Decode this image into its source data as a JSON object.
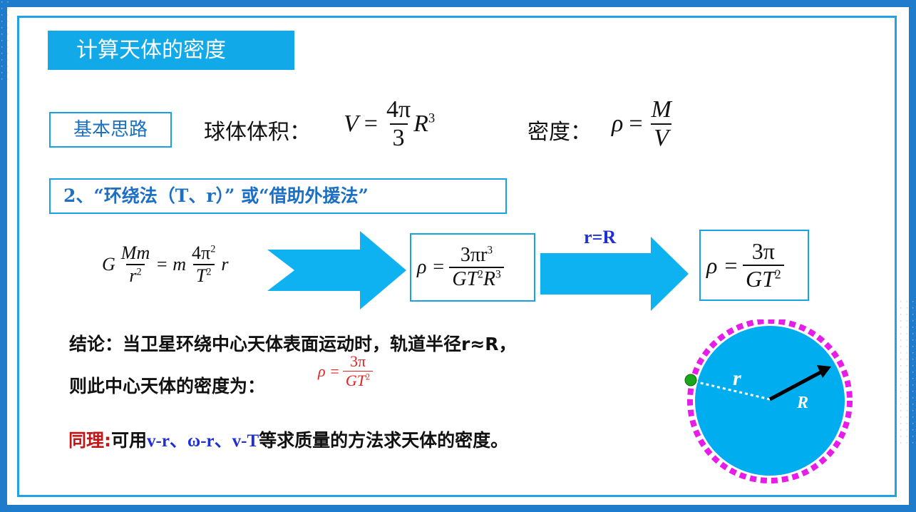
{
  "title": "计算天体的密度",
  "basic_tag": "基本思路",
  "volume": {
    "label": "球体体积：",
    "lhs": "V",
    "eq": "=",
    "num": "4π",
    "den": "3",
    "tail": "R",
    "tail_sup": "3"
  },
  "density": {
    "label": "密度：",
    "lhs": "ρ",
    "eq": "=",
    "num": "M",
    "den": "V"
  },
  "method_tag": "2、“环绕法（T、r）” 或“借助外援法”",
  "eq1": {
    "g": "G",
    "num1": "Mm",
    "den1": "r",
    "den1_sup": "2",
    "eq": "= m",
    "num2": "4π",
    "num2_sup": "2",
    "den2": "T",
    "den2_sup": "2",
    "tail": "r"
  },
  "eq2": {
    "lhs": "ρ =",
    "num": "3πr",
    "num_sup": "3",
    "den": "GT",
    "den_sup1": "2",
    "den_mid": "R",
    "den_sup2": "3"
  },
  "arrow_label": "r=R",
  "eq3": {
    "lhs": "ρ =",
    "num": "3π",
    "den": "GT",
    "den_sup": "2"
  },
  "conclusion": {
    "line1": "结论：当卫星环绕中心天体表面运动时，轨道半径r≈R，",
    "line2": "则此中心天体的密度为：",
    "frac_lhs": "ρ =",
    "frac_num": "3π",
    "frac_den": "GT",
    "frac_den_sup": "2"
  },
  "tongli": {
    "prefix": "同理:",
    "t1": "可用",
    "t2": "v-r、ω-r、v-T",
    "t3": "等求质量的方法求天体的密度。"
  },
  "diagram": {
    "small_r": "r",
    "big_r": "R"
  },
  "colors": {
    "frame": "#1f7ccc",
    "accent": "#12a9e8",
    "arrow": "#0fb2f0",
    "planet": "#00aeef",
    "orbit": "#e81ce8",
    "satellite": "#1aa81a"
  }
}
